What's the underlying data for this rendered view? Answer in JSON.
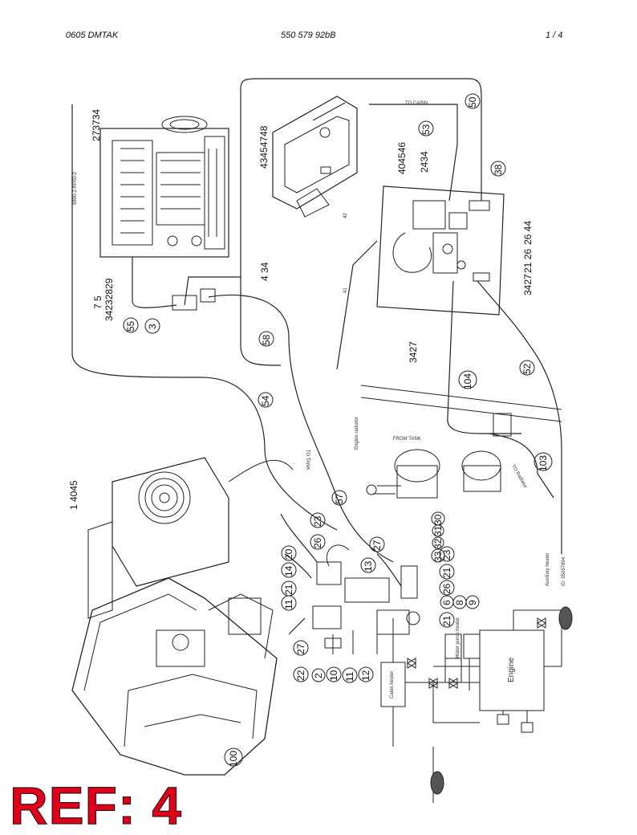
{
  "header": {
    "left": "0605 DMTAK",
    "center": "550 579 92bB",
    "right": "1 /   4"
  },
  "ref_badge": "REF: 4",
  "callouts": [
    {
      "id": "c-273734",
      "text": "273734"
    },
    {
      "id": "c-43454748",
      "text": "43454748"
    },
    {
      "id": "c-50",
      "text": "50"
    },
    {
      "id": "c-53",
      "text": "53"
    },
    {
      "id": "c-404546",
      "text": "404546"
    },
    {
      "id": "c-2434",
      "text": "2434"
    },
    {
      "id": "c-38",
      "text": "38"
    },
    {
      "id": "c-264",
      "text": "26 44"
    },
    {
      "id": "c-2126",
      "text": "21 26"
    },
    {
      "id": "c-3427b",
      "text": "3427"
    },
    {
      "id": "c-434",
      "text": "4 34"
    },
    {
      "id": "c-75",
      "text": "7 5"
    },
    {
      "id": "c-34232829",
      "text": "34232829"
    },
    {
      "id": "c-3",
      "text": "3"
    },
    {
      "id": "c-55",
      "text": "55"
    },
    {
      "id": "c-58",
      "text": "58"
    },
    {
      "id": "c-3427a",
      "text": "3427"
    },
    {
      "id": "c-104",
      "text": "104"
    },
    {
      "id": "c-52",
      "text": "52"
    },
    {
      "id": "c-54",
      "text": "54"
    },
    {
      "id": "c-103",
      "text": "103"
    },
    {
      "id": "c-14045",
      "text": "1 4045"
    },
    {
      "id": "c-30",
      "text": "30"
    },
    {
      "id": "c-31",
      "text": "31"
    },
    {
      "id": "c-32",
      "text": "32"
    },
    {
      "id": "c-33",
      "text": "33"
    },
    {
      "id": "c-57",
      "text": "57"
    },
    {
      "id": "c-23a",
      "text": "23"
    },
    {
      "id": "c-26a",
      "text": "26"
    },
    {
      "id": "c-27a",
      "text": "27"
    },
    {
      "id": "c-20",
      "text": "20"
    },
    {
      "id": "c-14",
      "text": "14"
    },
    {
      "id": "c-21a",
      "text": "21"
    },
    {
      "id": "c-11a",
      "text": "11"
    },
    {
      "id": "c-13",
      "text": "13"
    },
    {
      "id": "c-23b",
      "text": "23"
    },
    {
      "id": "c-21b",
      "text": "21"
    },
    {
      "id": "c-26b",
      "text": "26"
    },
    {
      "id": "c-6",
      "text": "6"
    },
    {
      "id": "c-8",
      "text": "8"
    },
    {
      "id": "c-9",
      "text": "9"
    },
    {
      "id": "c-21c",
      "text": "21"
    },
    {
      "id": "c-27b",
      "text": "27"
    },
    {
      "id": "c-22",
      "text": "22"
    },
    {
      "id": "c-2",
      "text": "2"
    },
    {
      "id": "c-10",
      "text": "10"
    },
    {
      "id": "c-11b",
      "text": "11"
    },
    {
      "id": "c-12",
      "text": "12"
    },
    {
      "id": "c-100",
      "text": "100"
    }
  ],
  "small_labels": {
    "to_cabin": "TO CABIN",
    "from_tank": "FROM TANK",
    "to_tank": "TO TANK",
    "engine_radiator": "Engine radiator",
    "to_radiator": "TO Radiator",
    "partno": "9800-2-RP00-2",
    "auxiliary_heater": "Auxiliary heater",
    "aux_id": "ID. 55057894",
    "engine": "Engine",
    "cabin_heater": "Cabin heater",
    "water_pump_heater": "Water pump heater",
    "a1": "41",
    "a2": "42"
  }
}
